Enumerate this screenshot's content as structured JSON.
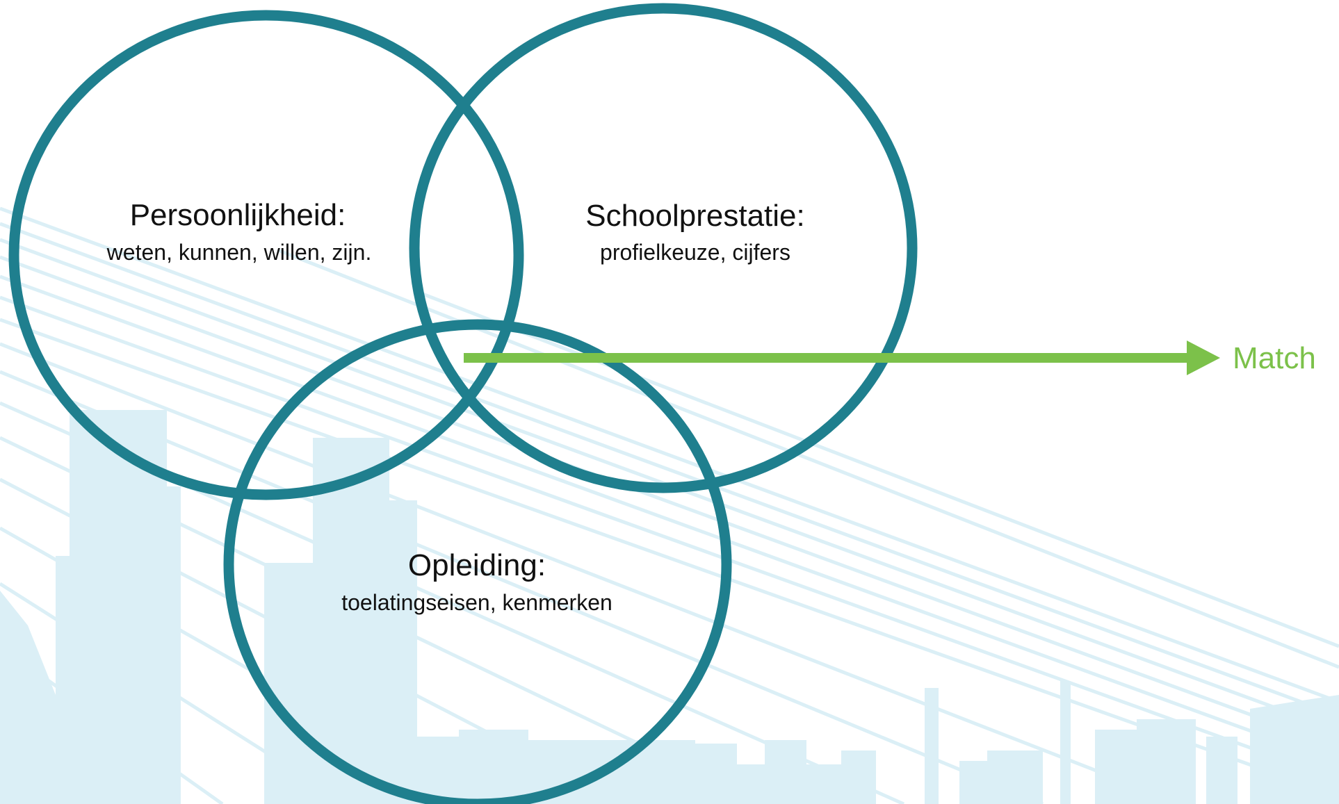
{
  "colors": {
    "background": "#ffffff",
    "circle_stroke": "#1f7f8e",
    "background_art": "#dbeff6",
    "arrow": "#7cc14a",
    "text": "#111111",
    "match_text": "#7cc14a"
  },
  "circles": [
    {
      "id": "persoonlijkheid",
      "title": "Persoonlijkheid:",
      "subtitle": "weten, kunnen, willen, zijn."
    },
    {
      "id": "schoolprestatie",
      "title": "Schoolprestatie:",
      "subtitle": "profielkeuze, cijfers"
    },
    {
      "id": "opleiding",
      "title": "Opleiding:",
      "subtitle": "toelatingseisen, kenmerken"
    }
  ],
  "arrow": {
    "label": "Match"
  },
  "background": {
    "icon": "city-skyline-with-bridge-illustration"
  }
}
